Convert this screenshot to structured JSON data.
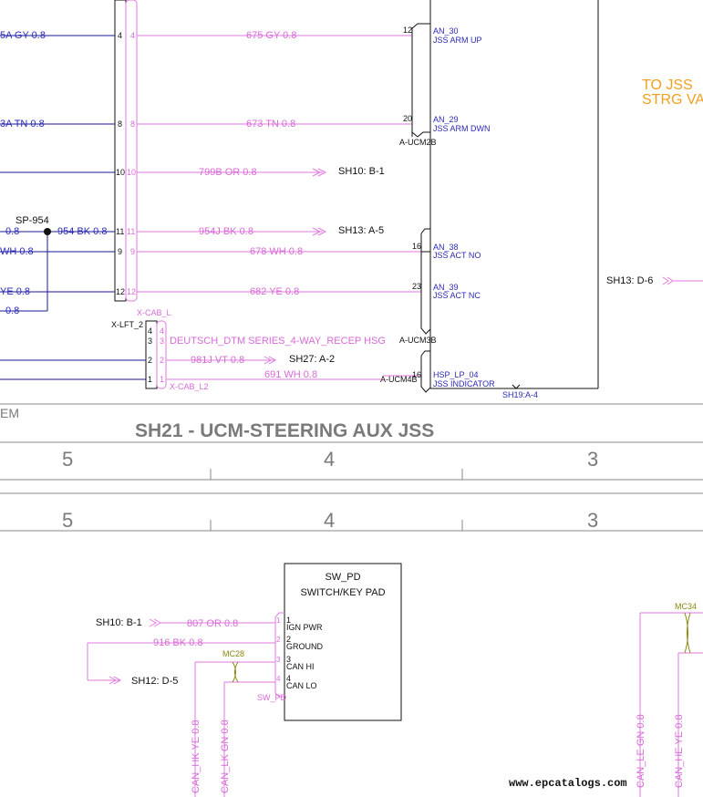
{
  "title": "SH21 - UCM-STEERING AUX JSS",
  "left_cut": "EM",
  "to_jss": [
    "TO JSS",
    "STRG VA"
  ],
  "left_wires": {
    "w675": "5A  GY  0.8",
    "w673": "3A  TN  0.8",
    "w954": "954  BK  0.8",
    "w954_left": "0.8",
    "w678": "WH  0.8",
    "w682": "YE  0.8",
    "w_bottom": "0.8",
    "sp": "SP-954"
  },
  "connector_pins_left": [
    "4",
    "8",
    "10",
    "11",
    "9",
    "12"
  ],
  "connector_pins_right": [
    "4",
    "8",
    "10",
    "11",
    "9",
    "12"
  ],
  "mid_wires": {
    "w675": "675  GY  0.8",
    "w673": "673  TN  0.8",
    "w799": "799B  OR  0.8",
    "w799_ref": "SH10: B-1",
    "w954j": "954J  BK  0.8",
    "w954j_ref": "SH13: A-5",
    "w678": "678  WH  0.8",
    "w682": "682  YE  0.8"
  },
  "ucm_pins": {
    "p12": "12",
    "p12_sig": "AN_30",
    "p12_name": "JSS ARM UP",
    "p20": "20",
    "p20_sig": "AN_29",
    "p20_name": "JSS ARM DWN",
    "ucm2b": "A-UCM2B",
    "p16": "16",
    "p16_sig": "AN_38",
    "p16_name": "JSS ACT NO",
    "p23": "23",
    "p23_sig": "AN_39",
    "p23_name": "JSS ACT NC",
    "ucm3b": "A-UCM3B",
    "p16b": "16",
    "p16b_sig": "HSP_LP_04",
    "p16b_name": "JSS INDICATOR",
    "ucm4b": "A-UCM4B",
    "sh19": "SH19:A-4",
    "sh13d6": "SH13: D-6"
  },
  "xcab": {
    "label_top": "X-CAB_L",
    "label_bottom": "X-CAB_L2",
    "xlft": "X-LFT_2",
    "pins_left": [
      "4",
      "3",
      "2",
      "1"
    ],
    "pins_right": [
      "4",
      "3",
      "2",
      "1"
    ],
    "deutsch": "DEUTSCH_DTM SERIES_4-WAY_RECEP HSG",
    "w981": "981J  VT  0.8",
    "w981_ref": "SH27: A-2",
    "w691": "691  WH  0.8"
  },
  "grid1": [
    "5",
    "4",
    "3"
  ],
  "grid2": [
    "5",
    "4",
    "3"
  ],
  "sw": {
    "name": "SW_PD",
    "desc": "SWITCH/KEY PAD",
    "connector": "SW_PD",
    "pins": [
      "1",
      "2",
      "3",
      "4"
    ],
    "pin_names": [
      "IGN PWR",
      "GROUND",
      "CAN HI",
      "CAN LO"
    ],
    "w807": "807  OR  0.8",
    "w807_ref": "SH10: B-1",
    "w916": "916  BK  0.8",
    "w916_ref": "SH12: D-5",
    "mc28": "MC28",
    "can_hk": "CAN_HK  YE  0.8",
    "can_lk": "CAN_LK  GN  0.8"
  },
  "right_bottom": {
    "mc34": "MC34",
    "can_le": "CAN_LE  GN  0.8",
    "can_he": "CAN_HE  YE  0.8"
  },
  "watermark": "www.epcatalogs.com"
}
